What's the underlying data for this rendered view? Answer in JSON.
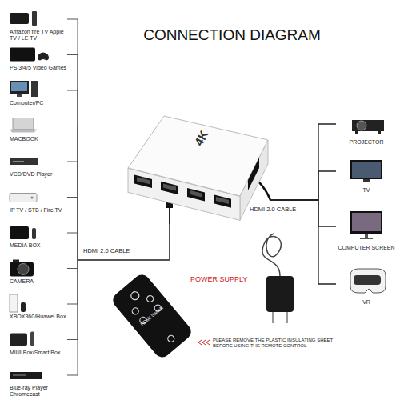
{
  "diagram": {
    "title": "CONNECTION DIAGRAM",
    "nodes": [
      {
        "text": [
          "Amazon fire TV Apple TV / LE TV"
        ]
      },
      {
        "text": [
          "PS 3/4/5 Video Games"
        ]
      },
      {
        "text": [
          "Computer/PC"
        ]
      },
      {
        "text": [
          "MACBOOK"
        ]
      },
      {
        "text": [
          "VCD/DVD Player"
        ]
      },
      {
        "text": [
          "IP TV / STB / Fire,TV"
        ]
      },
      {
        "text": [
          "MEDIA BOX"
        ]
      },
      {
        "text": [
          "CAMERA"
        ]
      },
      {
        "text": [
          "XBOX360/Huawei Box"
        ]
      },
      {
        "text": [
          "MIUI Box/Smart Box"
        ]
      },
      {
        "text": [
          "Blue-ray Player Chromecast"
        ]
      },
      {
        "text": [
          "4K"
        ]
      },
      {
        "text": [
          "PROJECTOR"
        ]
      },
      {
        "text": [
          "TV"
        ]
      },
      {
        "text": [
          "COMPUTER SCREEN"
        ]
      },
      {
        "text": [
          "VR"
        ]
      }
    ],
    "edges": [
      {
        "from": 0,
        "to": 11,
        "arrow": "none"
      },
      {
        "from": 1,
        "to": 11,
        "arrow": "none"
      },
      {
        "from": 2,
        "to": 11,
        "arrow": "none"
      },
      {
        "from": 3,
        "to": 11,
        "arrow": "none"
      },
      {
        "from": 4,
        "to": 11,
        "arrow": "none"
      },
      {
        "from": 5,
        "to": 11,
        "arrow": "none"
      },
      {
        "from": 6,
        "to": 11,
        "arrow": "none"
      },
      {
        "from": 7,
        "to": 11,
        "arrow": "none"
      },
      {
        "from": 8,
        "to": 11,
        "arrow": "none"
      },
      {
        "from": 9,
        "to": 11,
        "arrow": "none"
      },
      {
        "from": 10,
        "to": 11,
        "arrow": "none"
      },
      {
        "from": 11,
        "to": 12,
        "arrow": "none"
      },
      {
        "from": 11,
        "to": 13,
        "arrow": "none"
      },
      {
        "from": 11,
        "to": 14,
        "arrow": "none"
      },
      {
        "from": 11,
        "to": 15,
        "arrow": "none"
      }
    ],
    "labels": [
      "HDMI 2.0 CABLE",
      "HDMI 2.0 CABLE",
      "POWER SUPPLY",
      "HDMI Switch",
      "PLEASE REMOVE THE PLASTIC INSULATING SHEET BEFORE USING THE REMOTE CONTROL"
    ]
  }
}
